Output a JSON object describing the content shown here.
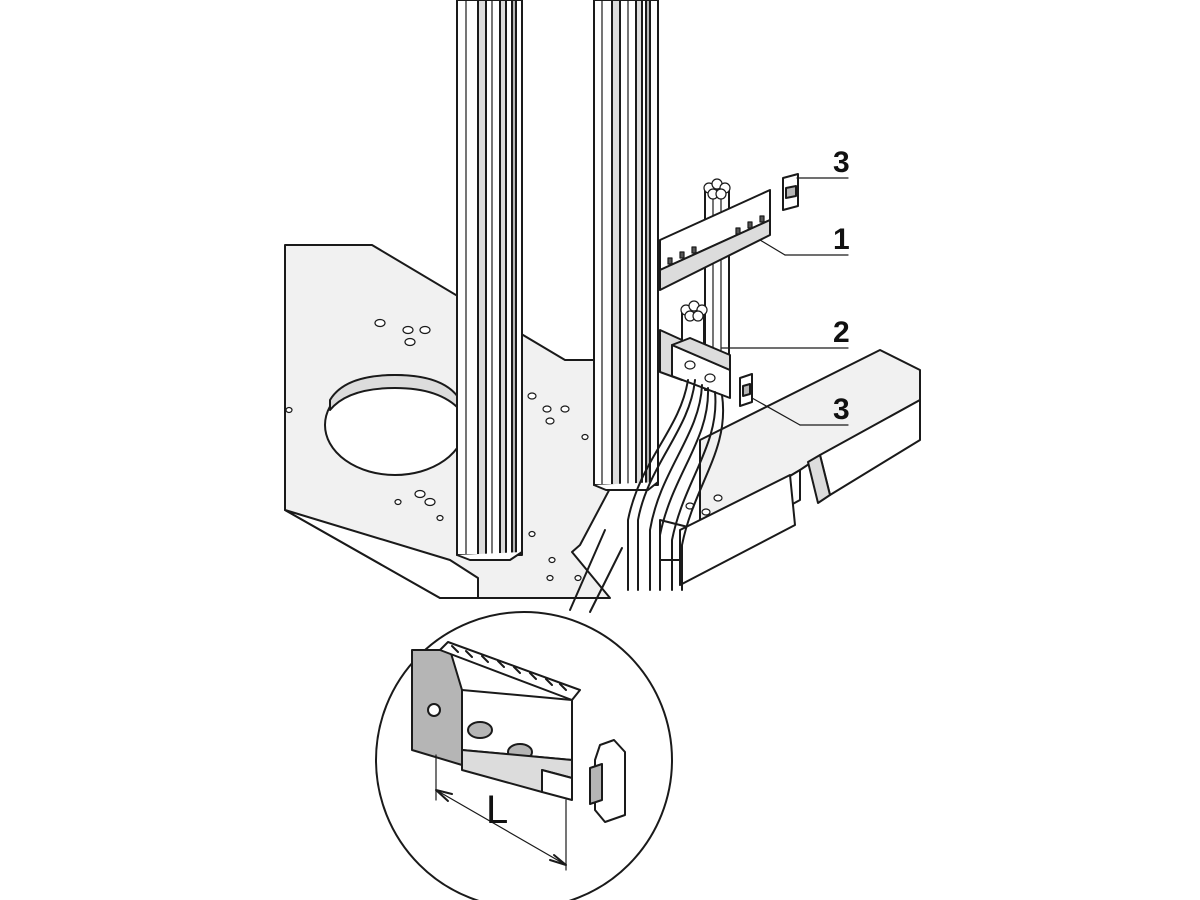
{
  "diagram": {
    "callouts": [
      {
        "id": "c3a",
        "label": "3"
      },
      {
        "id": "c1",
        "label": "1"
      },
      {
        "id": "c2",
        "label": "2"
      },
      {
        "id": "c3b",
        "label": "3"
      }
    ],
    "detail": {
      "dimension_label": "L"
    }
  }
}
